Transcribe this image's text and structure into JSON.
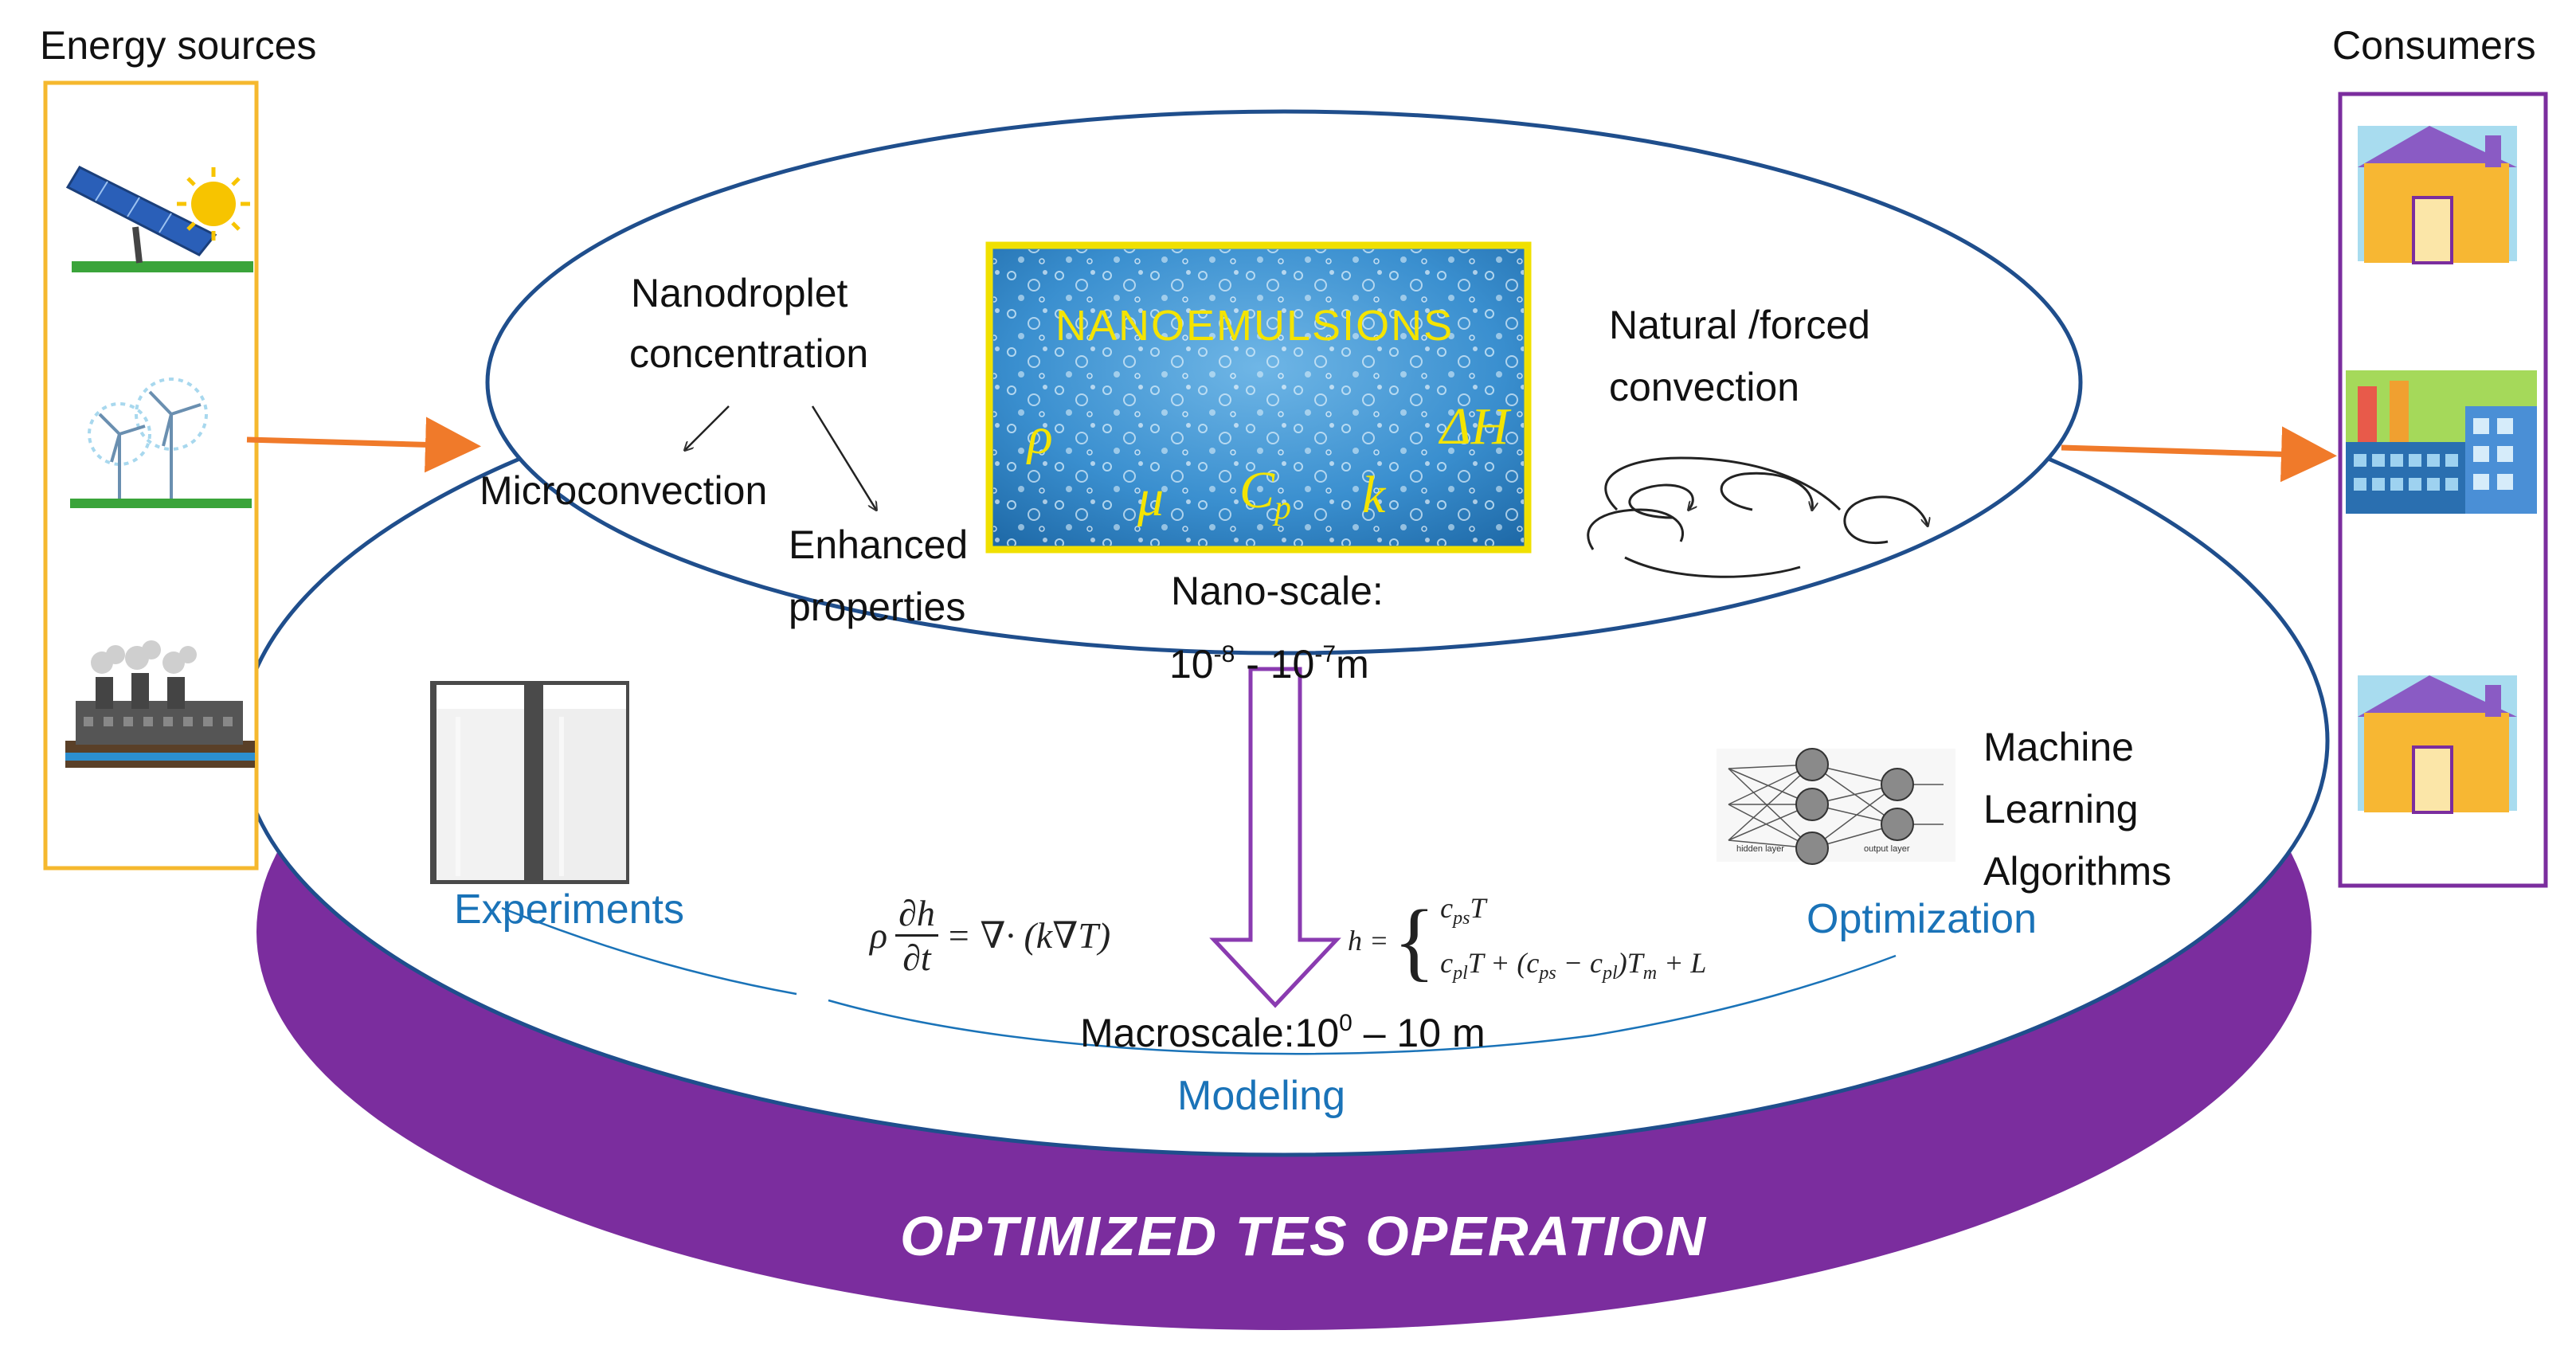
{
  "left_panel": {
    "title": "Energy sources",
    "icons": [
      "solar-panel-icon",
      "wind-turbine-icon",
      "power-plant-icon"
    ]
  },
  "right_panel": {
    "title": "Consumers",
    "icons": [
      "house-icon",
      "factory-icon",
      "house-icon"
    ]
  },
  "nano": {
    "left_top": "Nanodroplet",
    "left_top2": "concentration",
    "microconvection": "Microconvection",
    "enhanced1": "Enhanced",
    "enhanced2": "properties",
    "image_title": "NANOEMULSIONS",
    "rho": "ρ",
    "dH": "ΔH",
    "mu": "μ",
    "cp": "C",
    "cp_sub": "p",
    "k": "k",
    "scale_title": "Nano-scale:",
    "scale_range": {
      "a": "10",
      "a_exp": "-8",
      "sep": " - 10",
      "b_exp": "-7",
      "unit": "m"
    },
    "right1": "Natural /forced",
    "right2": "convection"
  },
  "macro": {
    "experiments": "Experiments",
    "optimization": "Optimization",
    "modeling": "Modeling",
    "ml1": "Machine",
    "ml2": "Learning",
    "ml3": "Algorithms",
    "scale": {
      "prefix": "Macroscale:10",
      "exp": "0",
      "suffix": " – 10 m"
    },
    "nn_hidden_label": "hidden layer",
    "nn_output_label": "output layer"
  },
  "equations": {
    "energy_lhs_rho": "ρ",
    "energy_num": "∂h",
    "energy_den": "∂t",
    "energy_rhs": "= ∇· (k∇T)",
    "enthalpy_h": "h =",
    "enthalpy_line1": "c",
    "enthalpy_line1_sub": "ps",
    "enthalpy_line1_tail": "T",
    "enthalpy_line2": "c",
    "enthalpy_line2_sub": "pl",
    "enthalpy_line2_mid": "T + (c",
    "enthalpy_line2_sub2": "ps",
    "enthalpy_line2_mid2": " − c",
    "enthalpy_line2_sub3": "pl",
    "enthalpy_line2_tail": ")T",
    "enthalpy_line2_sub4": "m",
    "enthalpy_line2_end": " + L"
  },
  "footer": "OPTIMIZED  TES  OPERATION",
  "colors": {
    "purple": "#7b2d9e",
    "navy": "#1f4e8c",
    "orange": "#f07a2a",
    "gold": "#f5b82e",
    "yellow": "#f0e000",
    "blue_text": "#1a73b8"
  }
}
